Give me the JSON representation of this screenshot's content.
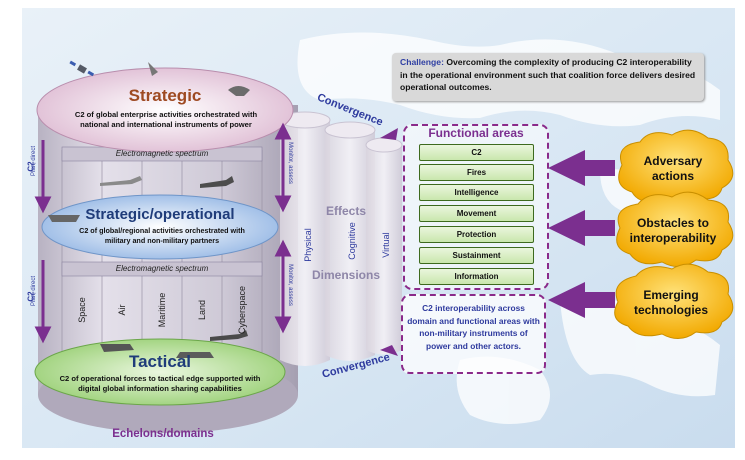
{
  "challenge": {
    "label": "Challenge:",
    "text": "Overcoming the complexity of producing C2 interoperability in the operational environment such that coalition force delivers desired operational outcomes."
  },
  "levels": {
    "strategic": {
      "title": "Strategic",
      "desc": "C2 of global enterprise activities orchestrated with national and international instruments of power"
    },
    "strategic_operational": {
      "title": "Strategic/operational",
      "desc": "C2 of global/regional activities orchestrated with military and non-military partners"
    },
    "tactical": {
      "title": "Tactical",
      "desc": "C2 of operational forces to tactical edge supported with digital global information sharing capabilities"
    }
  },
  "em_spectrum": "Electromagnetic spectrum",
  "domains": [
    "Space",
    "Air",
    "Maritime",
    "Land",
    "Cyberspace"
  ],
  "side_labels": {
    "c2": "C2",
    "plan_direct": "Plan, direct",
    "monitor_assess": "Monitor, assess"
  },
  "effects": {
    "line1": "Effects",
    "line2": "Dimensions",
    "columns": [
      "Physical",
      "Cognitive",
      "Virtual"
    ]
  },
  "convergence": "Convergence",
  "echelons": "Echelons/domains",
  "functional_areas": {
    "title": "Functional areas",
    "items": [
      "C2",
      "Fires",
      "Intelligence",
      "Movement",
      "Protection",
      "Sustainment",
      "Information"
    ]
  },
  "c2_interop": "C2 interoperability across domain and functional areas with non-military instruments of power and other actors.",
  "drivers": [
    {
      "line1": "Adversary",
      "line2": "actions"
    },
    {
      "line1": "Obstacles to",
      "line2": "interoperability"
    },
    {
      "line1": "Emerging",
      "line2": "technologies"
    }
  ],
  "colors": {
    "purple": "#7b2f8f",
    "blue": "#2e3a9e",
    "gold": "#f5b800",
    "green_ellipse": "#a9d88b",
    "pink_ellipse": "#e8c9dc",
    "blue_ellipse": "#a9c6ea"
  }
}
